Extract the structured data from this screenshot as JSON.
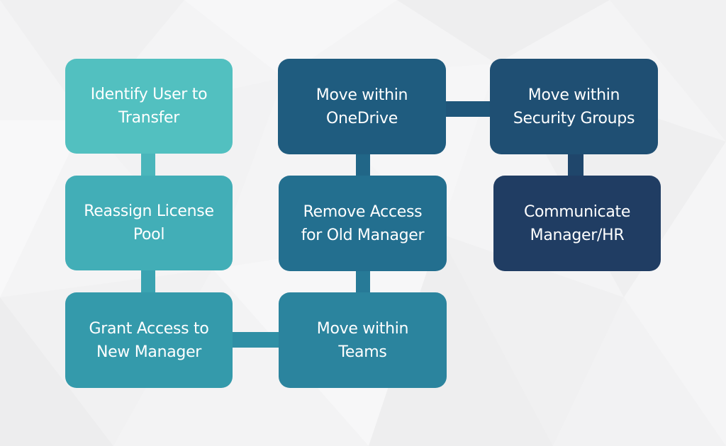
{
  "diagram": {
    "nodes": [
      {
        "id": "identify-user",
        "label_line1": "Identify User to",
        "label_line2": "Transfer",
        "color": "#52c0c0"
      },
      {
        "id": "reassign-license",
        "label_line1": "Reassign License",
        "label_line2": "Pool",
        "color": "#42aeb7"
      },
      {
        "id": "grant-access",
        "label_line1": "Grant Access to",
        "label_line2": "New Manager",
        "color": "#349aab"
      },
      {
        "id": "move-teams",
        "label_line1": "Move within",
        "label_line2": "Teams",
        "color": "#2b849e"
      },
      {
        "id": "remove-access",
        "label_line1": "Remove Access",
        "label_line2": "for Old Manager",
        "color": "#236f8f"
      },
      {
        "id": "move-onedrive",
        "label_line1": "Move within",
        "label_line2": "OneDrive",
        "color": "#1f5c7f"
      },
      {
        "id": "move-security",
        "label_line1": "Move within",
        "label_line2": "Security Groups",
        "color": "#1f4f73"
      },
      {
        "id": "communicate",
        "label_line1": "Communicate",
        "label_line2": "Manager/HR",
        "color": "#203d63"
      }
    ],
    "edges": [
      {
        "from": "identify-user",
        "to": "reassign-license"
      },
      {
        "from": "reassign-license",
        "to": "grant-access"
      },
      {
        "from": "grant-access",
        "to": "move-teams"
      },
      {
        "from": "move-teams",
        "to": "remove-access"
      },
      {
        "from": "remove-access",
        "to": "move-onedrive"
      },
      {
        "from": "move-onedrive",
        "to": "move-security"
      },
      {
        "from": "move-security",
        "to": "communicate"
      }
    ]
  }
}
